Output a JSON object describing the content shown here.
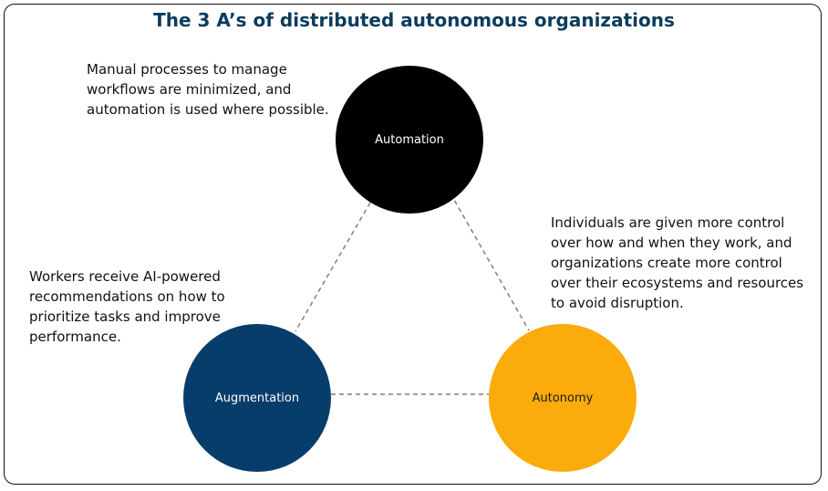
{
  "title": "The 3 A’s of distributed autonomous organizations",
  "nodes": {
    "automation": {
      "label": "Automation",
      "description": "Manual processes to manage\nworkflows are minimized, and\nautomation is used where possible.",
      "color": "#000000"
    },
    "augmentation": {
      "label": "Augmentation",
      "description": "Workers receive AI-powered\nrecommendations on how to\nprioritize tasks and improve\nperformance.",
      "color": "#073d6b"
    },
    "autonomy": {
      "label": "Autonomy",
      "description": "Individuals are given more control\nover how and when they work, and\norganizations create more control\nover their ecosystems and resources\nto avoid disruption.",
      "color": "#fcab0c"
    }
  },
  "colors": {
    "title": "#0b3c5d",
    "connector": "#7f7f7f"
  }
}
